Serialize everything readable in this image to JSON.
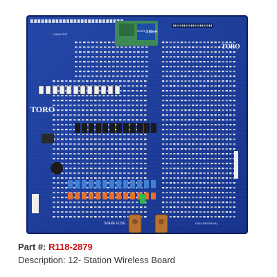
{
  "product": {
    "image_alt": "Toro 12-station wireless controller circuit board",
    "board_texts": {
      "brand": "TORO",
      "module": "XBee",
      "spare_fuse": "SPARE FUSE",
      "data_retrieval": "DATA RETRIEVAL",
      "learn_test": "LEARN/TEST",
      "board": "BOARD"
    },
    "part_label": "Part #:",
    "part_number": "R118-2879",
    "description_label": "Description:",
    "description_value": "12- Station Wireless Board"
  },
  "colors": {
    "board_blue": "#1f3f9e",
    "board_dark": "#122a72",
    "part_number_red": "#cc1111",
    "caption_gray": "#333333",
    "switch_orange": "#e8702a",
    "switch_blue": "#3f7fd6",
    "module_green": "#3e8a55",
    "copper": "#b87333"
  }
}
